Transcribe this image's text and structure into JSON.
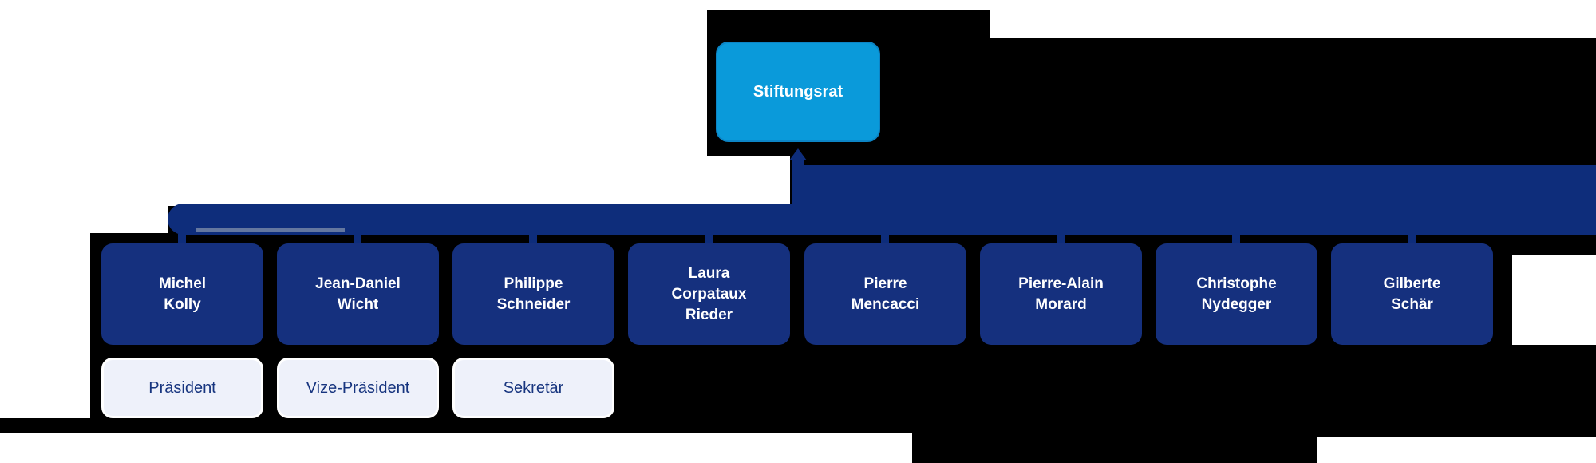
{
  "colors": {
    "canvas_bg": "#000000",
    "page_white": "#ffffff",
    "root_fill": "#0a9ada",
    "root_border": "#0c85c6",
    "node_fill": "#15307e",
    "band_fill": "#0e2d7b",
    "connector_light": "#64779f",
    "role_bg": "#eef1fa",
    "role_border": "#ffffff",
    "role_text": "#17357f",
    "node_text": "#ffffff"
  },
  "org_chart": {
    "root": {
      "label": "Stiftungsrat"
    },
    "members": [
      {
        "name_lines": [
          "Michel",
          "Kolly"
        ]
      },
      {
        "name_lines": [
          "Jean-Daniel",
          "Wicht"
        ]
      },
      {
        "name_lines": [
          "Philippe",
          "Schneider"
        ]
      },
      {
        "name_lines": [
          "Laura",
          "Corpataux",
          "Rieder"
        ]
      },
      {
        "name_lines": [
          "Pierre",
          "Mencacci"
        ]
      },
      {
        "name_lines": [
          "Pierre-Alain",
          "Morard"
        ]
      },
      {
        "name_lines": [
          "Christophe",
          "Nydegger"
        ]
      },
      {
        "name_lines": [
          "Gilberte",
          "Schär"
        ]
      }
    ],
    "roles": [
      {
        "label": "Präsident"
      },
      {
        "label": "Vize-Präsident"
      },
      {
        "label": "Sekretär"
      }
    ]
  }
}
